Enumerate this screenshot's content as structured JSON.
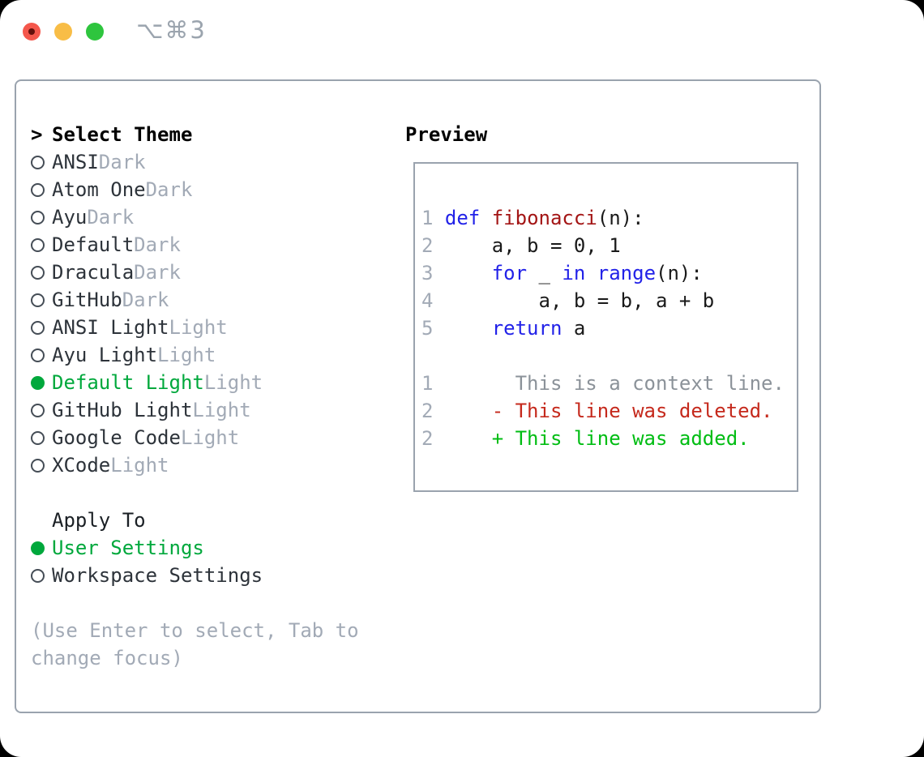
{
  "titlebar": {
    "shortcut": "⌥⌘3"
  },
  "colors": {
    "selected_green": "#00a83c",
    "added_green": "#00bd13",
    "deleted_red": "#c5291c",
    "keyword_blue": "#2222e8",
    "function_red": "#a31515",
    "muted_gray": "#a2aab6",
    "context_gray": "#8b9299",
    "border_gray": "#9aa3ae",
    "traffic_red": "#f4574c",
    "traffic_yellow": "#f8bd46",
    "traffic_green": "#2ec53e"
  },
  "theme_list": {
    "cursor": ">",
    "title": "Select Theme",
    "items": [
      {
        "name": "ANSI",
        "variant": "Dark",
        "selected": false
      },
      {
        "name": "Atom One",
        "variant": "Dark",
        "selected": false
      },
      {
        "name": "Ayu",
        "variant": "Dark",
        "selected": false
      },
      {
        "name": "Default",
        "variant": "Dark",
        "selected": false
      },
      {
        "name": "Dracula",
        "variant": "Dark",
        "selected": false
      },
      {
        "name": "GitHub",
        "variant": "Dark",
        "selected": false
      },
      {
        "name": "ANSI Light",
        "variant": "Light",
        "selected": false
      },
      {
        "name": "Ayu Light",
        "variant": "Light",
        "selected": false
      },
      {
        "name": "Default Light",
        "variant": "Light",
        "selected": true
      },
      {
        "name": "GitHub Light",
        "variant": "Light",
        "selected": false
      },
      {
        "name": "Google Code",
        "variant": "Light",
        "selected": false
      },
      {
        "name": "XCode",
        "variant": "Light",
        "selected": false
      }
    ]
  },
  "apply_to": {
    "title": "Apply To",
    "options": [
      {
        "label": "User Settings",
        "selected": true
      },
      {
        "label": "Workspace Settings",
        "selected": false
      }
    ]
  },
  "help_text": [
    "(Use Enter to select, Tab to",
    "change focus)"
  ],
  "preview": {
    "title": "Preview",
    "code_lines": [
      {
        "num": "1",
        "tokens": [
          {
            "text": "def",
            "style": "kw"
          },
          {
            "text": " ",
            "style": "pl"
          },
          {
            "text": "fibonacci",
            "style": "fn"
          },
          {
            "text": "(n):",
            "style": "pl"
          }
        ]
      },
      {
        "num": "2",
        "tokens": [
          {
            "text": "    a, b = 0, 1",
            "style": "pl"
          }
        ]
      },
      {
        "num": "3",
        "tokens": [
          {
            "text": "    ",
            "style": "pl"
          },
          {
            "text": "for",
            "style": "kw"
          },
          {
            "text": " _ ",
            "style": "pl"
          },
          {
            "text": "in",
            "style": "kw"
          },
          {
            "text": " ",
            "style": "pl"
          },
          {
            "text": "range",
            "style": "kw"
          },
          {
            "text": "(n):",
            "style": "pl"
          }
        ]
      },
      {
        "num": "4",
        "tokens": [
          {
            "text": "        a, b = b, a + b",
            "style": "pl"
          }
        ]
      },
      {
        "num": "5",
        "tokens": [
          {
            "text": "    ",
            "style": "pl"
          },
          {
            "text": "return",
            "style": "kw"
          },
          {
            "text": " a",
            "style": "pl"
          }
        ]
      }
    ],
    "diff_lines": [
      {
        "num": "1",
        "text": "      This is a context line.",
        "style": "ctx"
      },
      {
        "num": "2",
        "text": "    - This line was deleted.",
        "style": "del"
      },
      {
        "num": "2",
        "text": "    + This line was added.",
        "style": "add"
      }
    ]
  }
}
